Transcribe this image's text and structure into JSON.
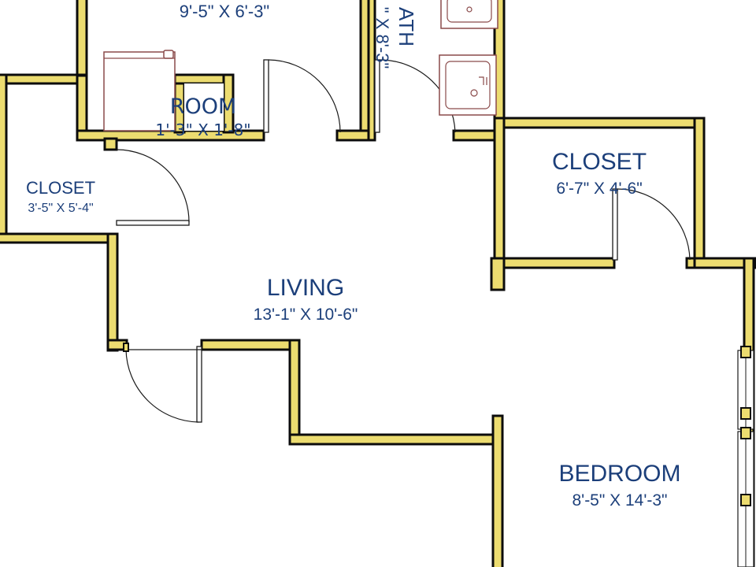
{
  "colors": {
    "wall_fill": "#ecdc70",
    "wall_outline": "#0c0c0c",
    "label": "#1c3f7a",
    "fixture": "#8a4a4a",
    "background": "#ffffff"
  },
  "rooms": {
    "top_room": {
      "dims": "9'-5\" X 6'-3\""
    },
    "laundry": {
      "name": "ROOM",
      "dims": "1'-3\" X 1'-8\""
    },
    "bath": {
      "name": "ATH",
      "dims": "\" X 8'-3\""
    },
    "closet_left": {
      "name": "CLOSET",
      "dims": "3'-5\" X 5'-4\""
    },
    "closet_right": {
      "name": "CLOSET",
      "dims": "6'-7\" X 4'-6\""
    },
    "living": {
      "name": "LIVING",
      "dims": "13'-1\" X 10'-6\""
    },
    "bedroom": {
      "name": "BEDROOM",
      "dims": "8'-5\" X 14'-3\""
    }
  },
  "fixtures": [
    "washer-icon",
    "sink-icon",
    "toilet-icon",
    "window-icon"
  ]
}
